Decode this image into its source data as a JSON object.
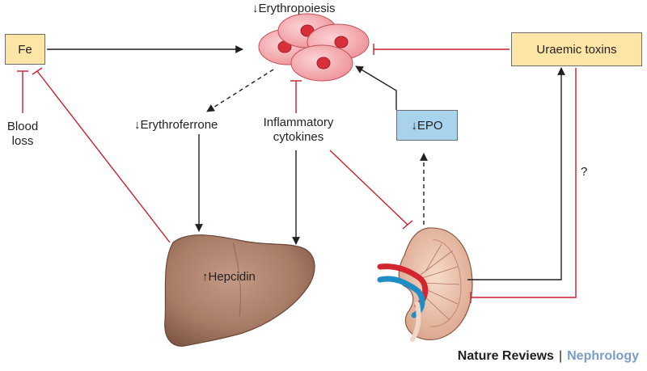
{
  "labels": {
    "erythropoiesis": "↓Erythropoiesis",
    "fe": "Fe",
    "uraemic_toxins": "Uraemic toxins",
    "blood_loss": "Blood loss",
    "erythroferrone": "↓Erythroferrone",
    "inflammatory_cytokines": "Inflammatory cytokines",
    "epo": "↓EPO",
    "question": "?",
    "hepcidin": "↑Hepcidin"
  },
  "credit": {
    "publisher": "Nature Reviews",
    "separator": "|",
    "journal": "Nephrology"
  },
  "colors": {
    "inhibition": "#c8202f",
    "stimulation": "#231f20",
    "box_yellow": "#fde6a5",
    "box_blue": "#a9d3ec",
    "cells": "#f4a3a8",
    "liver": "#9c6f5a",
    "kidney": "#e3b39a"
  }
}
